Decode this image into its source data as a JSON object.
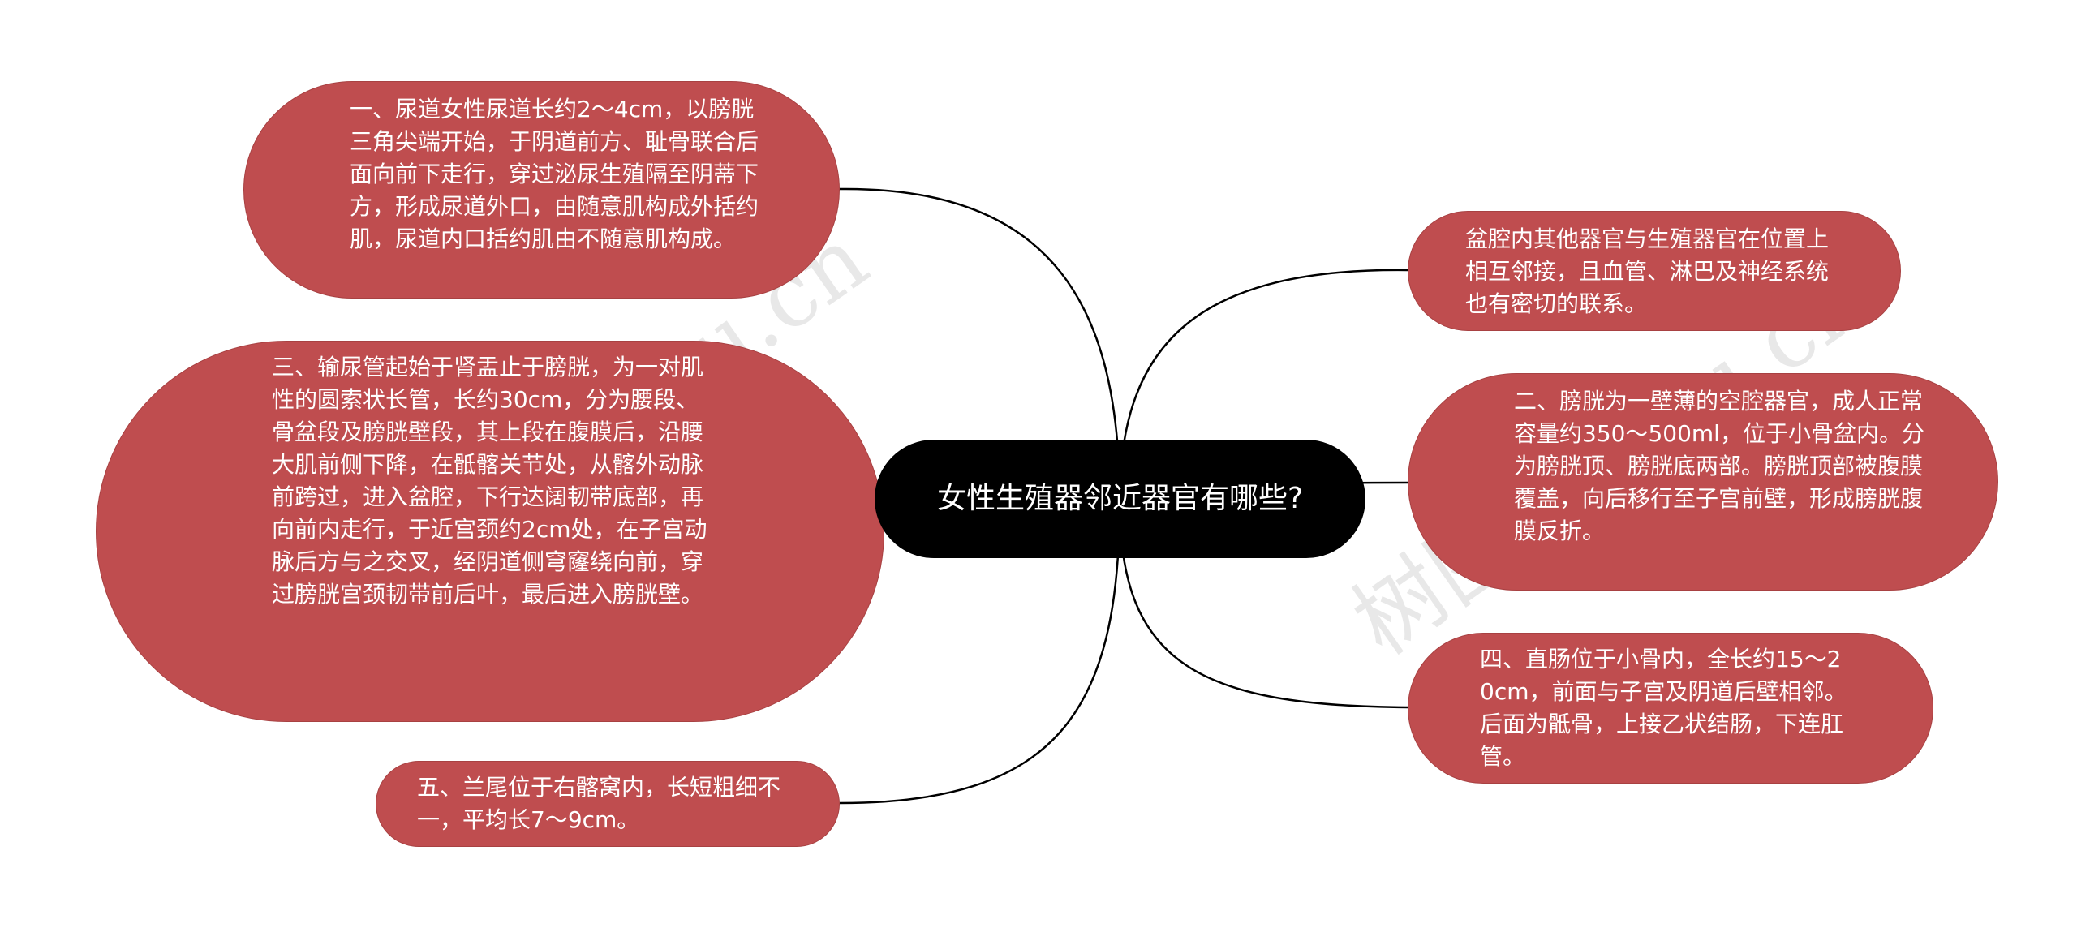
{
  "center": {
    "text": "女性生殖器邻近器官有哪些?"
  },
  "nodes": {
    "urethra": "一、尿道女性尿道长约2～4cm，以膀胱三角尖端开始，于阴道前方、耻骨联合后面向前下走行，穿过泌尿生殖隔至阴蒂下方，形成尿道外口，由随意肌构成外括约肌，尿道内口括约肌由不随意肌构成。",
    "ureter": "三、输尿管起始于肾盂止于膀胱，为一对肌性的圆索状长管，长约30cm，分为腰段、骨盆段及膀胱壁段，其上段在腹膜后，沿腰大肌前侧下降，在骶髂关节处，从髂外动脉前跨过，进入盆腔，下行达阔韧带底部，再向前内走行，于近宫颈约2cm处，在子宫动脉后方与之交叉，经阴道侧穹窿绕向前，穿过膀胱宫颈韧带前后叶，最后进入膀胱壁。",
    "appendix": "五、兰尾位于右髂窝内，长短粗细不一，平均长7～9cm。",
    "pelvic_other": "盆腔内其他器官与生殖器官在位置上相互邻接，且血管、淋巴及神经系统也有密切的联系。",
    "bladder": "二、膀胱为一壁薄的空腔器官，成人正常容量约350～500ml，位于小骨盆内。分为膀胱顶、膀胱底两部。膀胱顶部被腹膜覆盖，向后移行至子宫前壁，形成膀胱腹膜反折。",
    "rectum": "四、直肠位于小骨内，全长约15～20cm，前面与子宫及阴道后壁相邻。后面为骶骨，上接乙状结肠，下连肛管。"
  },
  "watermark": "树图 shutu.cn",
  "colors": {
    "leaf_fill": "#bf4d4f",
    "center_fill": "#000000",
    "link": "#000000",
    "text": "#ffffff"
  }
}
